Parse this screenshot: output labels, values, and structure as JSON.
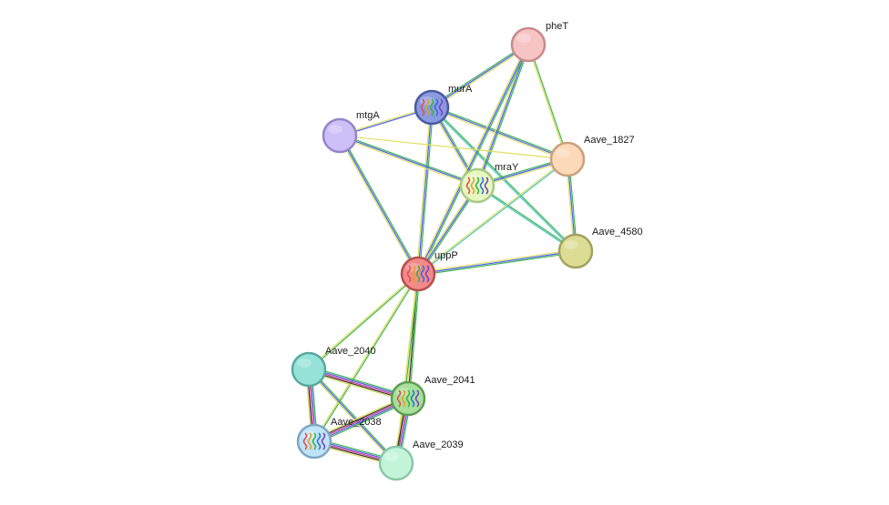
{
  "network": {
    "nodes": [
      {
        "id": "pheT",
        "label": "pheT",
        "fill": "#f7c4c4",
        "stroke": "#c98a8a",
        "structure": false
      },
      {
        "id": "murA",
        "label": "murA",
        "fill": "#8a9ae0",
        "stroke": "#4a5aa0",
        "structure": true
      },
      {
        "id": "mtgA",
        "label": "mtgA",
        "fill": "#cdbff7",
        "stroke": "#9585c7",
        "structure": false
      },
      {
        "id": "Aave_1827",
        "label": "Aave_1827",
        "fill": "#fcd9b8",
        "stroke": "#c9a07e",
        "structure": false
      },
      {
        "id": "mraY",
        "label": "mraY",
        "fill": "#e6f7c0",
        "stroke": "#aac884",
        "structure": true
      },
      {
        "id": "Aave_4580",
        "label": "Aave_4580",
        "fill": "#dcdc94",
        "stroke": "#a2a25e",
        "structure": false
      },
      {
        "id": "uppP",
        "label": "uppP",
        "fill": "#f28a8a",
        "stroke": "#b84e4e",
        "structure": true
      },
      {
        "id": "Aave_2040",
        "label": "Aave_2040",
        "fill": "#94e2d8",
        "stroke": "#5aa89e",
        "structure": false
      },
      {
        "id": "Aave_2041",
        "label": "Aave_2041",
        "fill": "#a6e09a",
        "stroke": "#5e9c54",
        "structure": true
      },
      {
        "id": "Aave_2038",
        "label": "Aave_2038",
        "fill": "#bfe4f7",
        "stroke": "#7ea6c2",
        "structure": true
      },
      {
        "id": "Aave_2039",
        "label": "Aave_2039",
        "fill": "#c2f5d8",
        "stroke": "#8cc6a8",
        "structure": false
      }
    ],
    "edges": [
      {
        "source": "murA",
        "target": "pheT",
        "colors": [
          "#3bb54a",
          "#4a5cf2",
          "#e0e060"
        ]
      },
      {
        "source": "murA",
        "target": "mtgA",
        "colors": [
          "#4a5cf2",
          "#e0e060"
        ]
      },
      {
        "source": "murA",
        "target": "mraY",
        "colors": [
          "#3bb54a",
          "#4a5cf2",
          "#e0e060"
        ]
      },
      {
        "source": "murA",
        "target": "Aave_1827",
        "colors": [
          "#3bb54a",
          "#4a5cf2",
          "#e0e060"
        ]
      },
      {
        "source": "murA",
        "target": "Aave_4580",
        "colors": [
          "#3bb54a",
          "#45c2c2"
        ]
      },
      {
        "source": "murA",
        "target": "uppP",
        "colors": [
          "#3bb54a",
          "#4a5cf2",
          "#e0e060"
        ]
      },
      {
        "source": "pheT",
        "target": "mraY",
        "colors": [
          "#3bb54a",
          "#4a5cf2",
          "#e0e060"
        ]
      },
      {
        "source": "pheT",
        "target": "Aave_1827",
        "colors": [
          "#3bb54a",
          "#e0e060"
        ]
      },
      {
        "source": "pheT",
        "target": "uppP",
        "colors": [
          "#3bb54a",
          "#4a5cf2",
          "#e0e060"
        ]
      },
      {
        "source": "mtgA",
        "target": "mraY",
        "colors": [
          "#3bb54a",
          "#4a5cf2",
          "#e0e060"
        ]
      },
      {
        "source": "mtgA",
        "target": "Aave_1827",
        "colors": [
          "#e0e060"
        ]
      },
      {
        "source": "mtgA",
        "target": "uppP",
        "colors": [
          "#3bb54a",
          "#4a5cf2",
          "#e0e060"
        ]
      },
      {
        "source": "mraY",
        "target": "Aave_1827",
        "colors": [
          "#3bb54a",
          "#4a5cf2",
          "#e0e060"
        ]
      },
      {
        "source": "mraY",
        "target": "Aave_4580",
        "colors": [
          "#3bb54a",
          "#45c2c2"
        ]
      },
      {
        "source": "mraY",
        "target": "uppP",
        "colors": [
          "#3bb54a",
          "#4a5cf2",
          "#e0e060"
        ]
      },
      {
        "source": "Aave_1827",
        "target": "Aave_4580",
        "colors": [
          "#3bb54a",
          "#4a5cf2",
          "#e0e060"
        ]
      },
      {
        "source": "Aave_1827",
        "target": "uppP",
        "colors": [
          "#45c2c2",
          "#e0e060"
        ]
      },
      {
        "source": "Aave_4580",
        "target": "uppP",
        "colors": [
          "#3bb54a",
          "#4a5cf2",
          "#e0e060"
        ]
      },
      {
        "source": "uppP",
        "target": "Aave_2040",
        "colors": [
          "#3bb54a",
          "#e0e060"
        ]
      },
      {
        "source": "uppP",
        "target": "Aave_2041",
        "colors": [
          "#3bb54a",
          "#333333",
          "#e0e060"
        ]
      },
      {
        "source": "uppP",
        "target": "Aave_2038",
        "colors": [
          "#3bb54a",
          "#e0e060"
        ]
      },
      {
        "source": "uppP",
        "target": "Aave_2039",
        "colors": [
          "#3bb54a",
          "#e0e060"
        ]
      },
      {
        "source": "Aave_2040",
        "target": "Aave_2041",
        "colors": [
          "#3bb54a",
          "#4a5cf2",
          "#d93b8c",
          "#333333",
          "#e0e060"
        ]
      },
      {
        "source": "Aave_2040",
        "target": "Aave_2038",
        "colors": [
          "#3bb54a",
          "#4a5cf2",
          "#d93b8c",
          "#333333",
          "#e0e060"
        ]
      },
      {
        "source": "Aave_2040",
        "target": "Aave_2039",
        "colors": [
          "#3bb54a",
          "#4a5cf2",
          "#e0e060"
        ]
      },
      {
        "source": "Aave_2041",
        "target": "Aave_2038",
        "colors": [
          "#3bb54a",
          "#4a5cf2",
          "#d93b8c",
          "#333333",
          "#e0e060"
        ]
      },
      {
        "source": "Aave_2041",
        "target": "Aave_2039",
        "colors": [
          "#3bb54a",
          "#4a5cf2",
          "#d93b8c",
          "#333333",
          "#e0e060"
        ]
      },
      {
        "source": "Aave_2038",
        "target": "Aave_2039",
        "colors": [
          "#3bb54a",
          "#4a5cf2",
          "#d93b8c",
          "#333333",
          "#e0e060"
        ]
      }
    ]
  }
}
